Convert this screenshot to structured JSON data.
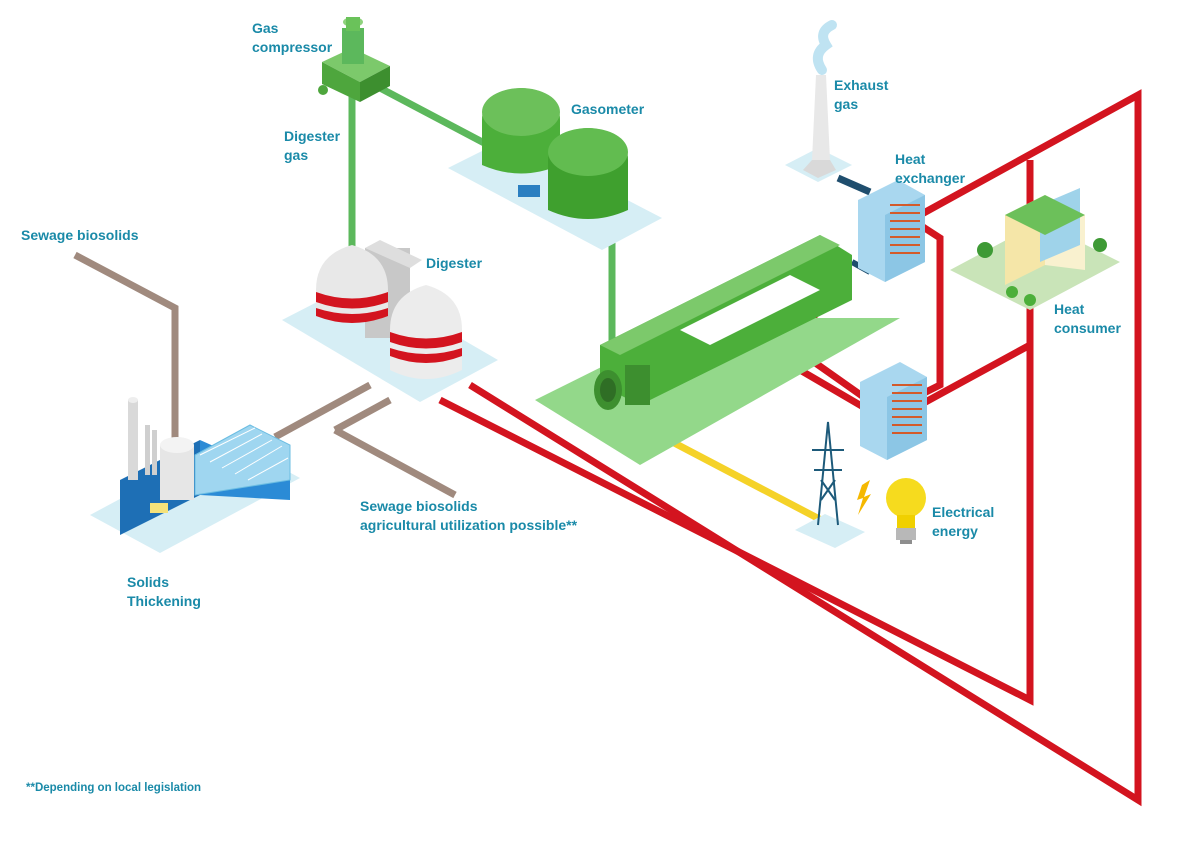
{
  "labels": {
    "gas_compressor": [
      "Gas",
      "compressor"
    ],
    "digester_gas": [
      "Digester",
      "gas"
    ],
    "gasometer": [
      "Gasometer"
    ],
    "exhaust_gas": [
      "Exhaust",
      "gas"
    ],
    "heat_exchanger": [
      "Heat",
      "exchanger"
    ],
    "sewage_biosolids": [
      "Sewage biosolids"
    ],
    "digester": [
      "Digester"
    ],
    "heat_consumer": [
      "Heat",
      "consumer"
    ],
    "sewage_biosolids_agri": [
      "Sewage biosolids",
      "agricultural utilization possible**"
    ],
    "electrical_energy": [
      "Electrical",
      "energy"
    ],
    "solids_thickening": [
      "Solids",
      "Thickening"
    ]
  },
  "footnote": "**Depending on local legislation",
  "colors": {
    "label_text": "#1a8aa8",
    "biosolids_pipe": "#a08a7e",
    "gas_pipe": "#5cb85c",
    "heat_pipe": "#d3141f",
    "exhaust_pipe": "#1f4e6e",
    "power_line": "#f5d228",
    "platform": "#d6eef5",
    "engine_green": "#4caf3a"
  },
  "icons": [
    "gas-compressor-icon",
    "gasometer-tank-icon",
    "digester-tank-icon",
    "exhaust-stack-icon",
    "heat-exchanger-icon",
    "building-icon",
    "gas-engine-icon",
    "power-pylon-icon",
    "light-bulb-icon",
    "lightning-icon",
    "thickening-plant-icon"
  ]
}
